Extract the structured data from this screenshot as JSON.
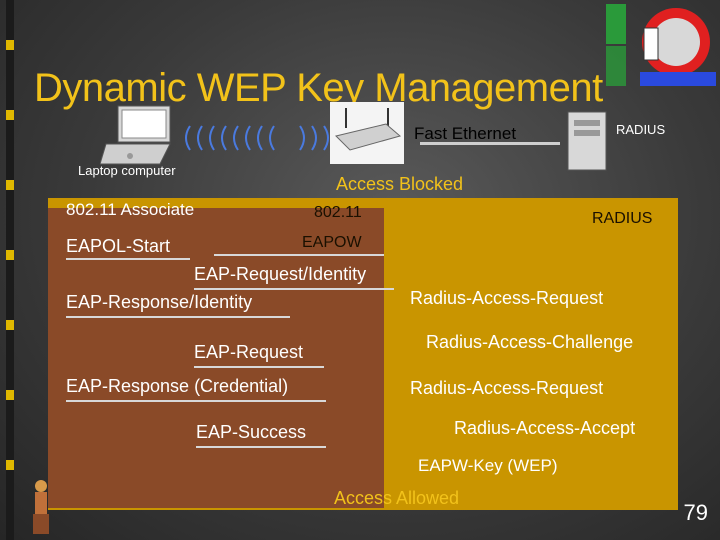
{
  "slide": {
    "title": "Dynamic WEP Key Management",
    "page_number": "79"
  },
  "devices": {
    "laptop_label": "Laptop computer",
    "link_label": "Fast Ethernet",
    "server_label": "RADIUS"
  },
  "flow": {
    "access_blocked": "Access Blocked",
    "associate": "802.11 Associate",
    "ap_label": "802.11",
    "radius_label": "RADIUS",
    "eapol_start": "EAPOL-Start",
    "eapow": "EAPOW",
    "eap_request_identity": "EAP-Request/Identity",
    "eap_response_identity": "EAP-Response/Identity",
    "radius_access_request_1": "Radius-Access-Request",
    "radius_access_challenge": "Radius-Access-Challenge",
    "eap_request": "EAP-Request",
    "eap_response_credential": "EAP-Response (Credential)",
    "radius_access_request_2": "Radius-Access-Request",
    "eap_success": "EAP-Success",
    "radius_access_accept": "Radius-Access-Accept",
    "eapw_key": "EAPW-Key (WEP)",
    "access_allowed": "Access Allowed"
  },
  "colors": {
    "title": "#f2c21a",
    "client_panel": "#8a4a28",
    "server_panel": "#c99500"
  }
}
